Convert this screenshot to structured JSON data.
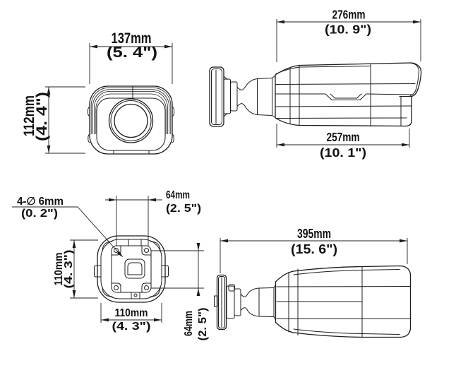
{
  "colors": {
    "background": "#ffffff",
    "line": "#1c1c1c",
    "text": "#111111"
  },
  "views": {
    "front": {
      "width_mm": "137mm",
      "width_in": "(5. 4\")",
      "height_mm": "112mm",
      "height_in": "(4. 4\")"
    },
    "side": {
      "length_with_bracket_mm": "276mm",
      "length_with_bracket_in": "(10. 9\")",
      "body_length_mm": "257mm",
      "body_length_in": "(10. 1\")"
    },
    "back": {
      "mount_holes_label": "4-∅ 6mm",
      "mount_holes_in": "(0. 2\")",
      "hole_span_top_mm": "64mm",
      "hole_span_top_in": "(2. 5\")",
      "plate_height_mm": "110mm",
      "plate_height_in": "(4. 3\")",
      "plate_width_mm": "110mm",
      "plate_width_in": "(4. 3\")",
      "hole_span_right_mm": "64mm",
      "hole_span_right_in": "(2. 5\")"
    },
    "top": {
      "total_length_mm": "395mm",
      "total_length_in": "(15. 6\")"
    }
  }
}
